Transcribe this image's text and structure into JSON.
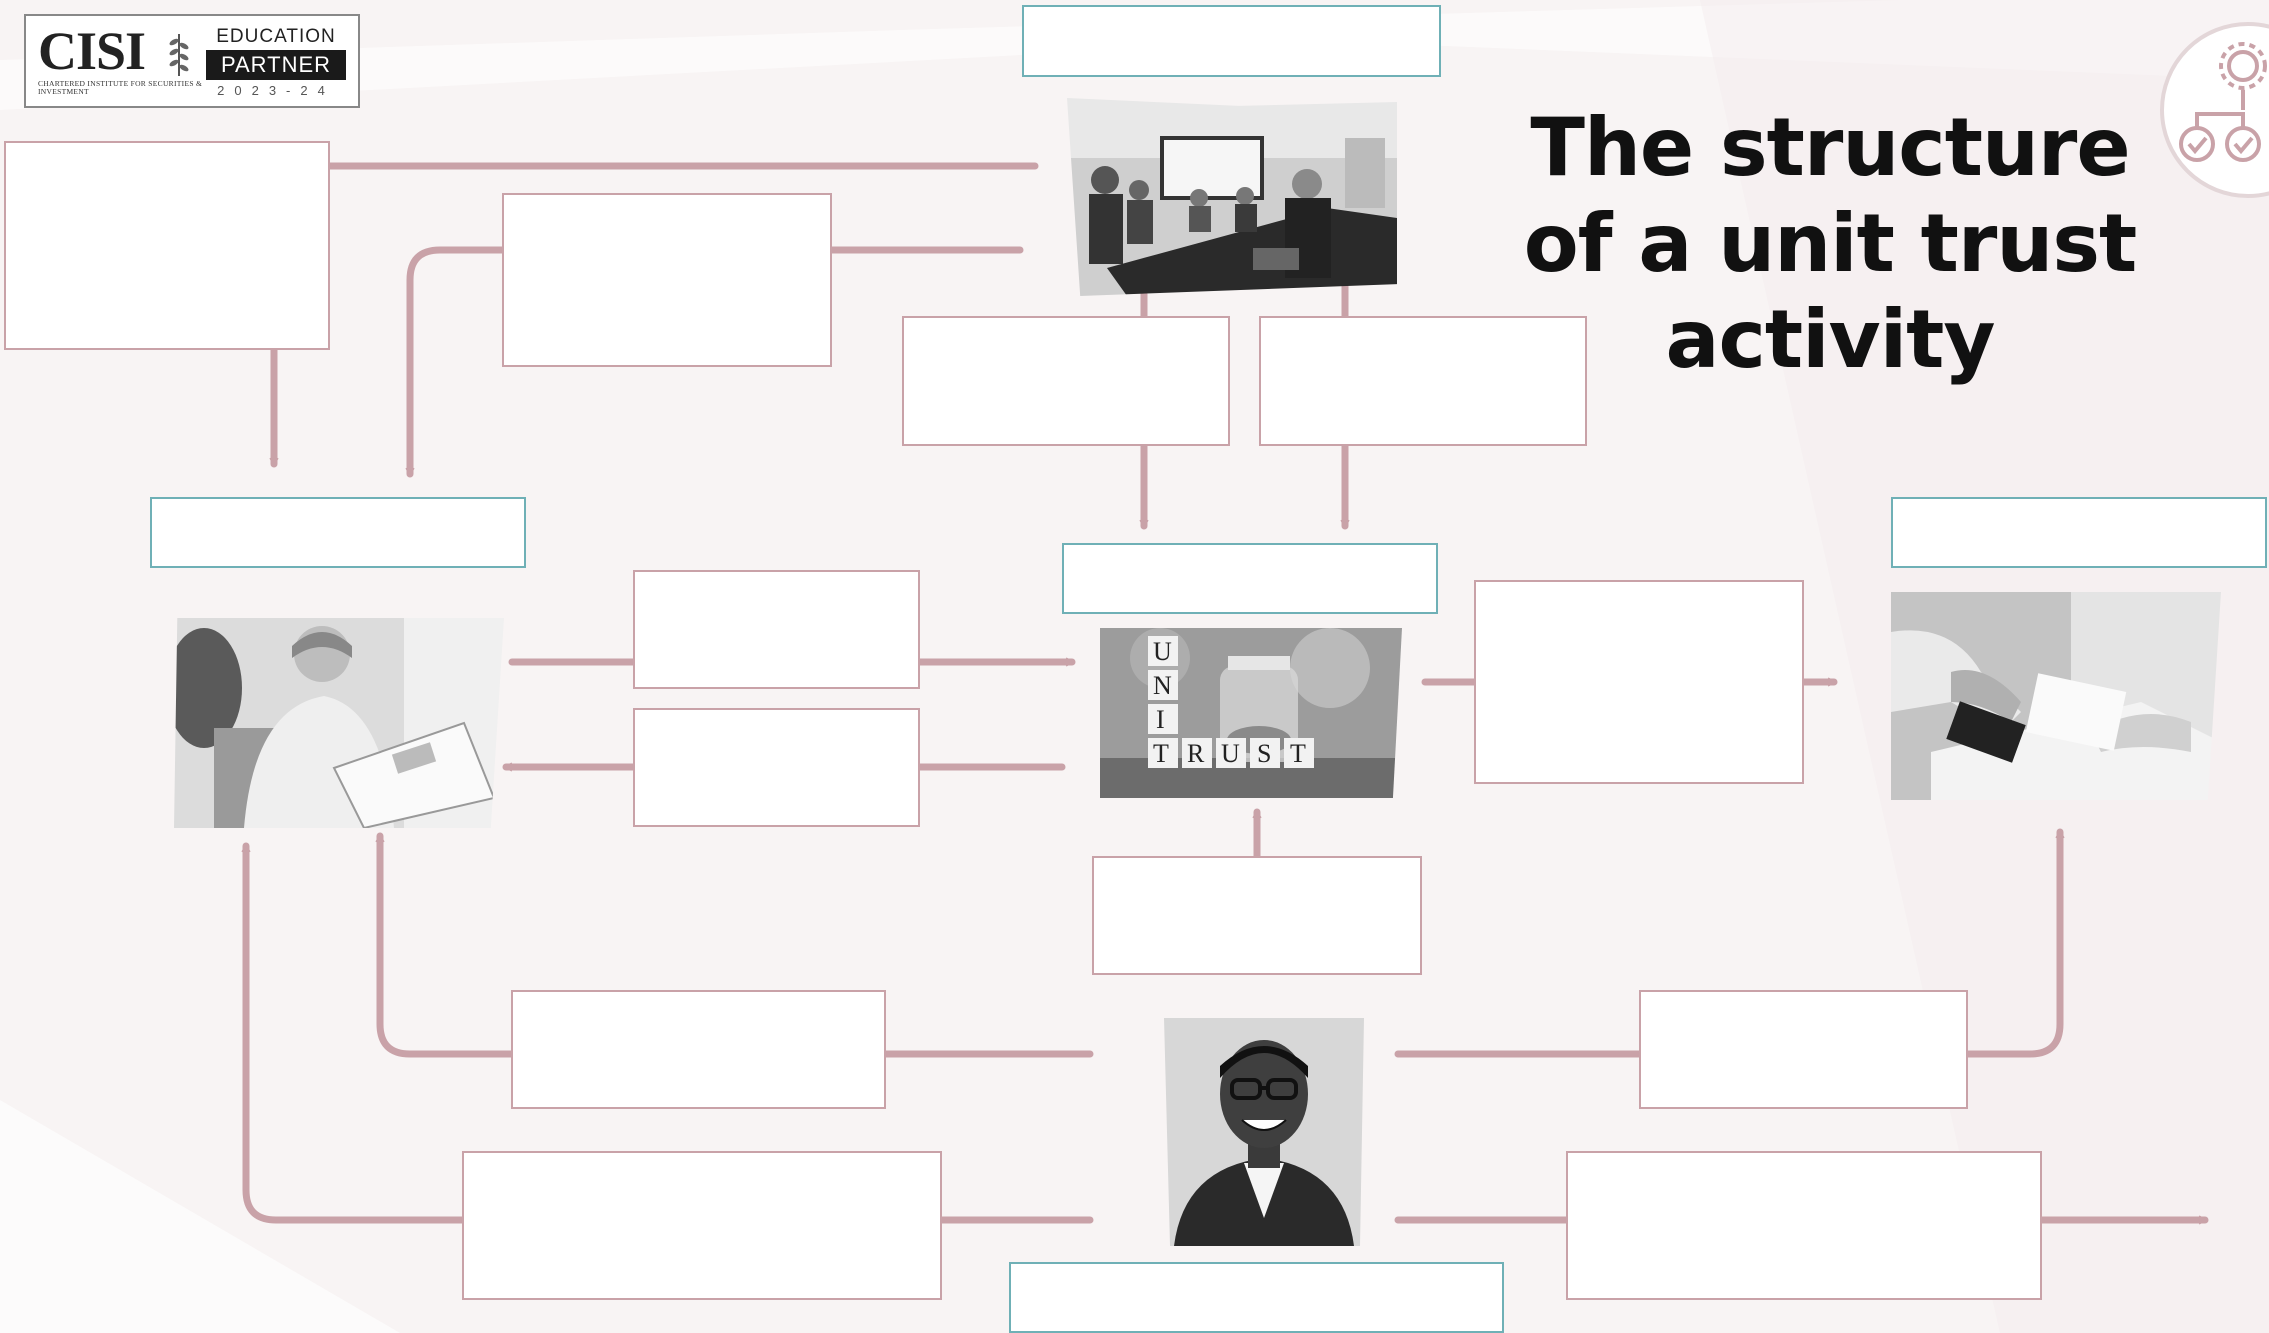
{
  "slide": {
    "title": "The structure of a unit trust activity",
    "title_lines": [
      "The structure",
      "of a unit trust",
      "activity"
    ]
  },
  "logo": {
    "brand": "CISI",
    "brand_subtitle": "Chartered Institute for Securities & Investment",
    "badge_top": "EDUCATION",
    "badge_main": "PARTNER",
    "badge_year": "2023-24"
  },
  "photos": [
    {
      "id": "meeting",
      "icon": "business-meeting-photo"
    },
    {
      "id": "investor",
      "icon": "woman-reading-newspaper-photo"
    },
    {
      "id": "unit-trust",
      "icon": "unit-trust-jar-photo",
      "caption_vertical": "UNI",
      "caption_horizontal": "TRUST"
    },
    {
      "id": "advice",
      "icon": "hands-with-documents-photo"
    },
    {
      "id": "manager",
      "icon": "smiling-man-portrait-photo"
    }
  ],
  "colors": {
    "connector": "#c9a2a8",
    "box_border": "#c9a2a8",
    "label_border": "#6fb0b6",
    "background": "#f8f4f4"
  },
  "corner_icon": "gear-workflow-icon"
}
